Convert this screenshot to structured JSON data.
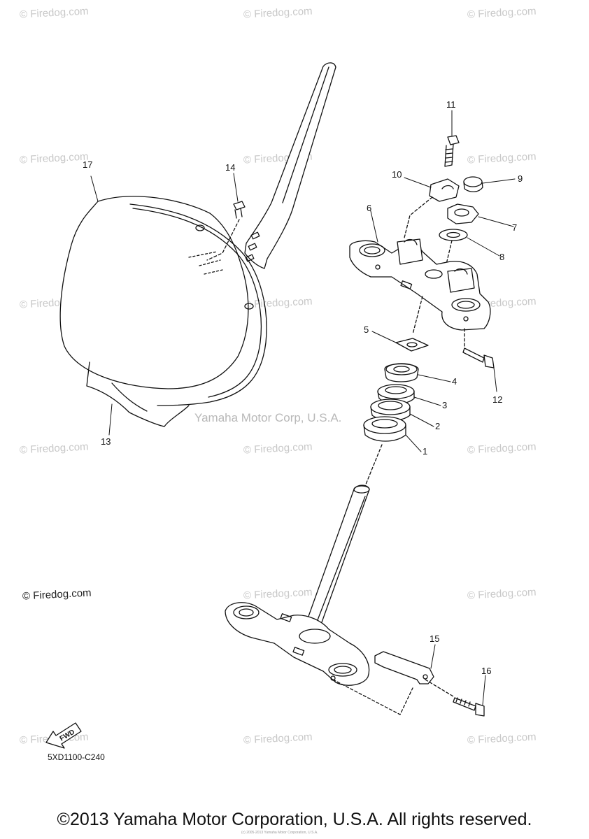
{
  "watermark": {
    "text": "© Firedog.com",
    "center_text": "Yamaha Motor Corp, U.S.A."
  },
  "callouts": [
    "1",
    "2",
    "3",
    "4",
    "5",
    "6",
    "7",
    "8",
    "9",
    "10",
    "11",
    "12",
    "13",
    "14",
    "15",
    "16",
    "17"
  ],
  "diagram_code": "5XD1100-C240",
  "fwd_label": "FWD",
  "credit": "© Firedog.com",
  "footer": {
    "copyright": "©2013 Yamaha Motor Corporation, U.S.A. All rights reserved.",
    "fine_print": "(c) 2005-2013 Yamaha Motor Corporation, U.S.A."
  },
  "colors": {
    "line": "#111111",
    "watermark": "#c8c8c8"
  }
}
